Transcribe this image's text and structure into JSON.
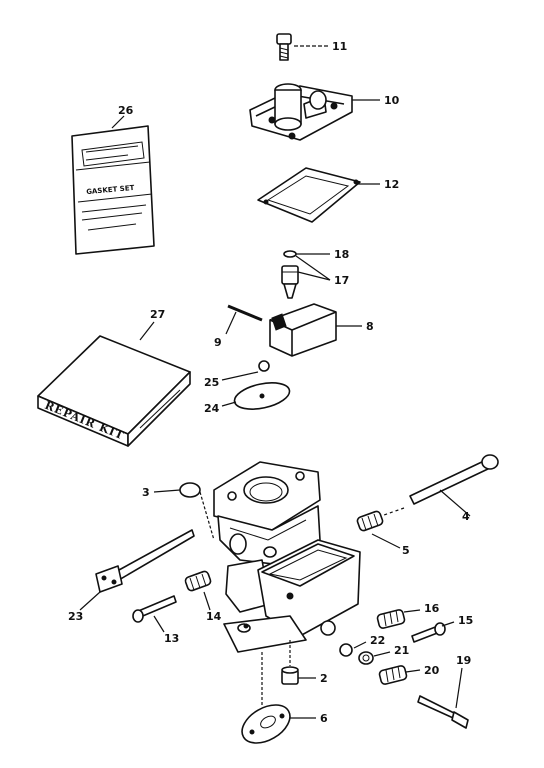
{
  "gasket_card": {
    "title": "GASKET SET"
  },
  "repair_kit": {
    "label": "REPAIR KIT"
  },
  "callouts": {
    "c2": "2",
    "c3": "3",
    "c4": "4",
    "c5": "5",
    "c6": "6",
    "c8": "8",
    "c9": "9",
    "c10": "10",
    "c11": "11",
    "c12": "12",
    "c13": "13",
    "c14": "14",
    "c15": "15",
    "c16": "16",
    "c17": "17",
    "c18": "18",
    "c19": "19",
    "c20": "20",
    "c21": "21",
    "c22": "22",
    "c23": "23",
    "c24": "24",
    "c25": "25",
    "c26": "26",
    "c27": "27"
  }
}
